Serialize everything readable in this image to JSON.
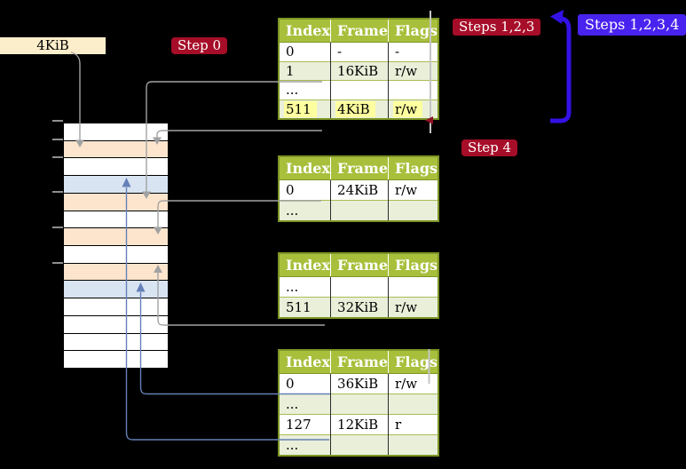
{
  "labels": {
    "frame_size": "4KiB",
    "step0": "Step 0",
    "steps123": "Steps 1,2,3",
    "steps1234": "Steps 1,2,3,4",
    "step4": "Step 4"
  },
  "colors": {
    "badge_red": "#a60d28",
    "badge_blue": "#4823ef",
    "arrow_blue": "#3312e6",
    "line_gray": "#a2a2a2",
    "line_blue": "#6580b8",
    "table_header_green": "#a8bf3c",
    "table_border_olive": "#7d9526",
    "table_row_green": "#e9efd9",
    "highlight_yellow": "#feff9e",
    "frame_table_peach": "#fde5cd",
    "frame_page_blue": "#d8e4f2",
    "frame_free_white": "#ffffff",
    "label_wheat": "#fdeecb"
  },
  "memory": {
    "rows": [
      {
        "kind": "free"
      },
      {
        "kind": "table"
      },
      {
        "kind": "free"
      },
      {
        "kind": "page"
      },
      {
        "kind": "table"
      },
      {
        "kind": "free"
      },
      {
        "kind": "table"
      },
      {
        "kind": "free"
      },
      {
        "kind": "table"
      },
      {
        "kind": "page"
      },
      {
        "kind": "free"
      },
      {
        "kind": "free"
      },
      {
        "kind": "free"
      },
      {
        "kind": "free"
      }
    ],
    "ticks_y": [
      136,
      157,
      177,
      216,
      256,
      296
    ]
  },
  "page_tables": [
    {
      "columns": [
        "Index",
        "Frame",
        "Flags"
      ],
      "rows": [
        {
          "cells": [
            "0",
            "-",
            "-"
          ]
        },
        {
          "cells": [
            "1",
            "16KiB",
            "r/w"
          ]
        },
        {
          "cells": [
            "...",
            "",
            ""
          ]
        },
        {
          "cells": [
            "511",
            "4KiB",
            "r/w"
          ],
          "highlight": true
        }
      ]
    },
    {
      "columns": [
        "Index",
        "Frame",
        "Flags"
      ],
      "rows": [
        {
          "cells": [
            "0",
            "24KiB",
            "r/w"
          ]
        },
        {
          "cells": [
            "...",
            "",
            ""
          ]
        }
      ]
    },
    {
      "columns": [
        "Index",
        "Frame",
        "Flags"
      ],
      "rows": [
        {
          "cells": [
            "...",
            "",
            ""
          ]
        },
        {
          "cells": [
            "511",
            "32KiB",
            "r/w"
          ]
        }
      ]
    },
    {
      "columns": [
        "Index",
        "Frame",
        "Flags"
      ],
      "rows": [
        {
          "cells": [
            "0",
            "36KiB",
            "r/w"
          ]
        },
        {
          "cells": [
            "...",
            "",
            ""
          ]
        },
        {
          "cells": [
            "127",
            "12KiB",
            "r"
          ]
        },
        {
          "cells": [
            "...",
            "",
            ""
          ]
        }
      ]
    }
  ]
}
